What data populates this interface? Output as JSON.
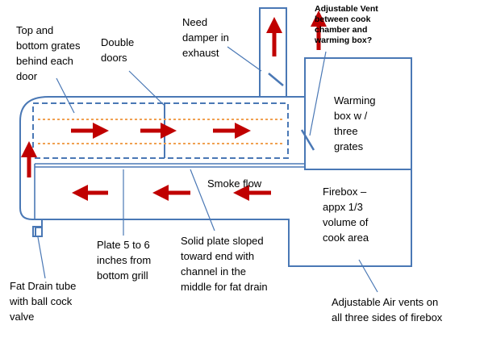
{
  "colors": {
    "outline": "#4a78b5",
    "arrow": "#c00000",
    "grate": "#f0a050",
    "leader": "#4a78b5",
    "text": "#000000"
  },
  "labels": {
    "grates": "Top and\nbottom grates\nbehind each\ndoor",
    "doors": "Double\ndoors",
    "damper": "Need\ndamper in\nexhaust",
    "vent": "Adjustable Vent\nbetween cook\nchamber and\nwarming box?",
    "warming": "Warming\nbox w /\nthree\ngrates",
    "smoke": "Smoke flow",
    "firebox": "Firebox –\nappx 1/3\nvolume of\ncook area",
    "plate": "Plate 5 to 6\ninches from\nbottom grill",
    "solid_plate": "Solid plate sloped\ntoward end with\nchannel in the\nmiddle for fat drain",
    "fat_drain": "Fat Drain tube\nwith ball cock\nvalve",
    "air_vents": "Adjustable Air vents on\nall three sides of firebox"
  }
}
